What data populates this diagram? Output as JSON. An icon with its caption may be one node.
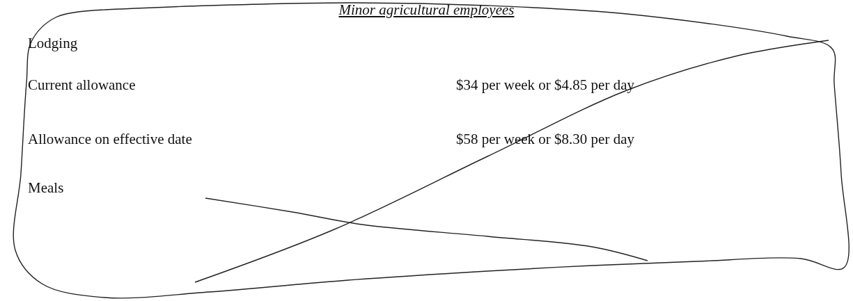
{
  "diagram": {
    "title": "Minor agricultural employees",
    "labels": [
      "Lodging",
      "Current allowance",
      "$34 per week or $4.85 per day",
      "Allowance on effective date",
      "$58 per week or $8.30 per day",
      "Meals"
    ]
  }
}
